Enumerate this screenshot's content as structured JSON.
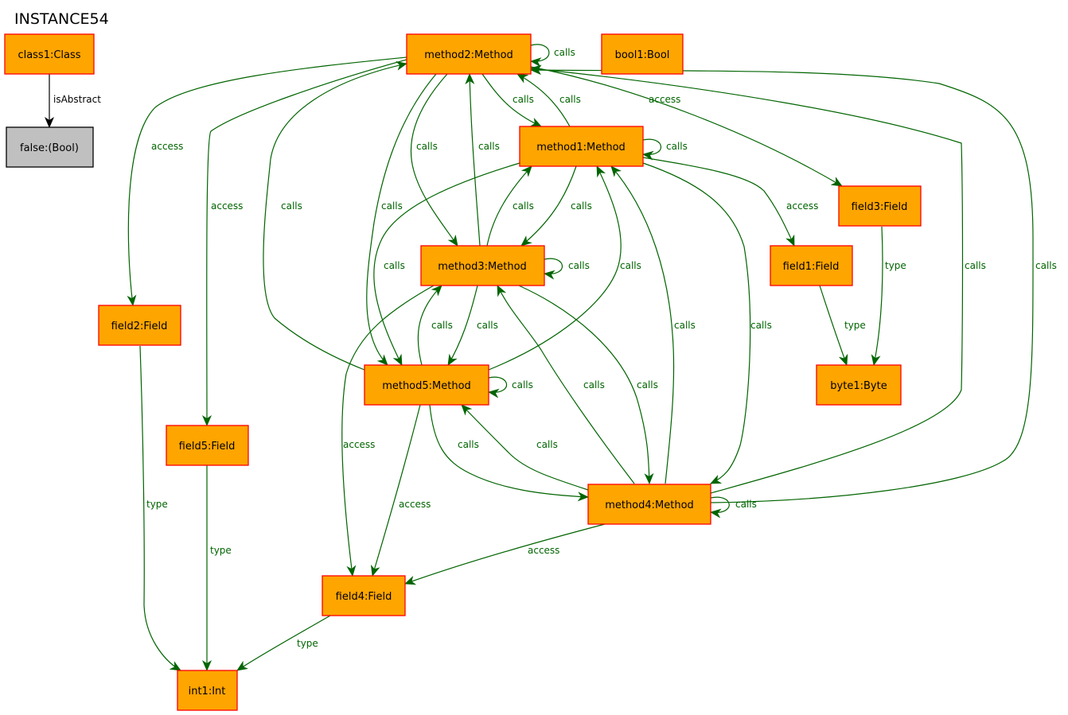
{
  "title": "INSTANCE54",
  "nodes": {
    "class1": "class1:Class",
    "false": "false:(Bool)",
    "method2": "method2:Method",
    "bool1": "bool1:Bool",
    "method1": "method1:Method",
    "field3": "field3:Field",
    "field1": "field1:Field",
    "method3": "method3:Method",
    "field2": "field2:Field",
    "byte1": "byte1:Byte",
    "method5": "method5:Method",
    "field5": "field5:Field",
    "method4": "method4:Method",
    "field4": "field4:Field",
    "int1": "int1:Int"
  },
  "edge_labels": {
    "isAbstract": "isAbstract",
    "calls": "calls",
    "access": "access",
    "type": "type"
  }
}
